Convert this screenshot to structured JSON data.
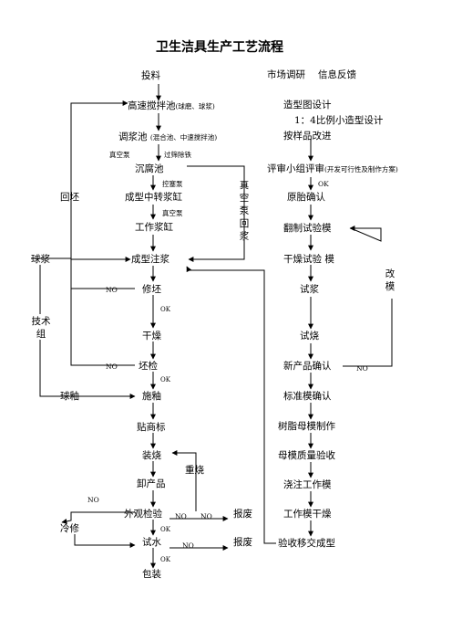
{
  "title": "卫生洁具生产工艺流程",
  "left": {
    "feed": "投料",
    "mixer": "高速搅拌池",
    "mixer_note": "(球磨、球浆)",
    "slurry_pool": "调浆池",
    "slurry_pool_note": "(混合池、中速搅拌池)",
    "vacuum_pump_1": "真空泵",
    "sieve_iron": "过筛除铁",
    "settling_pool": "沉腐池",
    "plunger_pump": "控塞泵",
    "transfer_tank": "成型中转浆缸",
    "vacuum_pump_2": "真空泵",
    "work_tank": "工作浆缸",
    "casting": "成型注浆",
    "trim": "修坯",
    "dry": "干燥",
    "inspect_blank": "坯检",
    "glaze": "施釉",
    "label": "贴商标",
    "fire": "装烧",
    "refire": "重烧",
    "unload": "卸产品",
    "visual_check": "外观检验",
    "water_test": "试水",
    "pack": "包装",
    "return_blank": "回坯",
    "ball_slurry": "球浆",
    "tech_group": "技术组",
    "ball_glaze": "球釉",
    "cold_repair": "冷修",
    "scrap_1": "报废",
    "scrap_2": "报废",
    "vacuum_return": "真空泵回浆",
    "no": "NO",
    "ok": "OK"
  },
  "right": {
    "research": "市场调研",
    "feedback": "信息反馈",
    "drawing": "造型图设计",
    "scale_model": "1：4比例小造型设计",
    "sample_improve": "按样品改进",
    "review": "评审小组评审",
    "review_note": "(开发可行性及制作方案)",
    "ok": "OK",
    "prototype_confirm": "原胎确认",
    "make_test_mold": "翻制试验模",
    "dry_test_mold": "干燥试验 模",
    "trial_slurry": "试浆",
    "trial_fire": "试烧",
    "new_product_confirm": "新产品确认",
    "no": "NO",
    "modify_mold": "改模",
    "standard_mold": "标准模确认",
    "resin_mold": "树脂母模制作",
    "master_check": "母模质量验收",
    "cast_work_mold": "浇注工作模",
    "dry_work_mold": "工作模干燥",
    "transfer_form": "验收移交成型"
  }
}
